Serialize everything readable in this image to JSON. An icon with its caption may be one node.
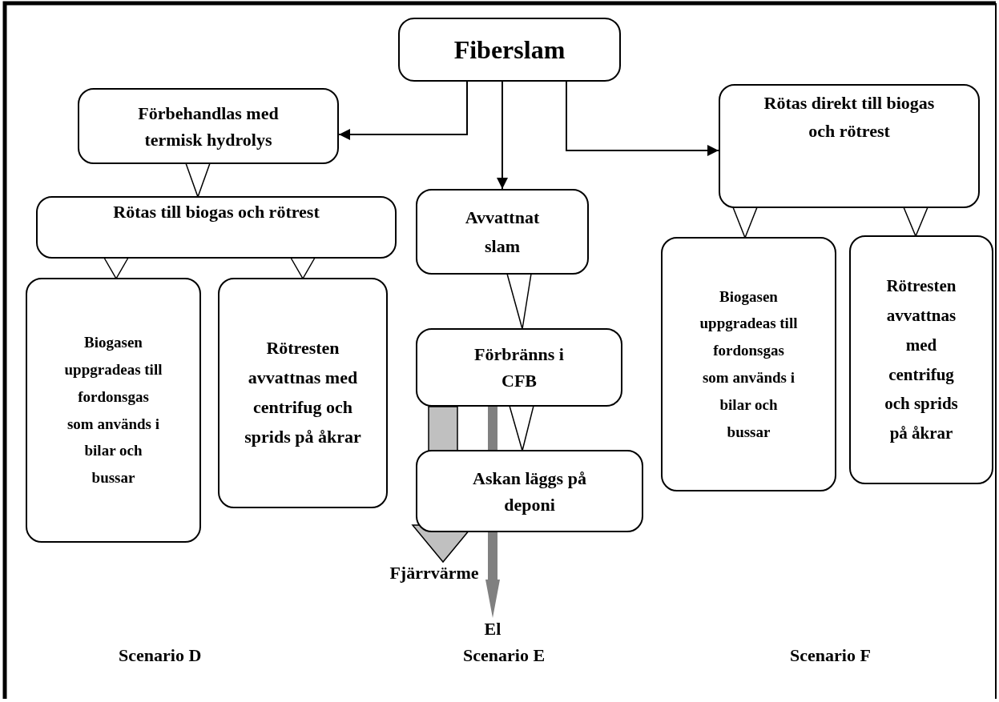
{
  "diagram": {
    "nodes": [
      {
        "text": [
          "Fiberslam"
        ]
      },
      {
        "text": [
          "Förbehandlas med termisk hydrolys"
        ]
      },
      {
        "text": [
          "Rötas till biogas och rötrest"
        ]
      },
      {
        "text": [
          "Biogasen uppgradeas till fordonsgas som används i bilar och bussar"
        ]
      },
      {
        "text": [
          "Rötresten avvattnas med centrifug och sprids på åkrar"
        ]
      },
      {
        "text": [
          "Avvattnat slam"
        ]
      },
      {
        "text": [
          "Förbränns i CFB"
        ]
      },
      {
        "text": [
          "Askan läggs på deponi"
        ]
      },
      {
        "text": [
          "Fjärrvärme"
        ]
      },
      {
        "text": [
          "El"
        ]
      },
      {
        "text": [
          "Rötas direkt till biogas och rötrest"
        ]
      },
      {
        "text": [
          "Biogasen uppgradeas till fordonsgas som används i bilar och bussar"
        ]
      },
      {
        "text": [
          "Rötresten avvattnas med centrifug och sprids på åkrar"
        ]
      }
    ],
    "edges": [
      {
        "from": 0,
        "to": 1,
        "arrow": "to"
      },
      {
        "from": 0,
        "to": 5,
        "arrow": "to"
      },
      {
        "from": 0,
        "to": 10,
        "arrow": "to"
      },
      {
        "from": 1,
        "to": 2,
        "arrow": "to"
      },
      {
        "from": 2,
        "to": 3,
        "arrow": "to"
      },
      {
        "from": 2,
        "to": 4,
        "arrow": "to"
      },
      {
        "from": 5,
        "to": 6,
        "arrow": "to"
      },
      {
        "from": 6,
        "to": 7,
        "arrow": "to"
      },
      {
        "from": 6,
        "to": 8,
        "arrow": "to",
        "style": "thick",
        "color": "#c0c0c0"
      },
      {
        "from": 6,
        "to": 9,
        "arrow": "to",
        "style": "thick",
        "color": "#808080"
      },
      {
        "from": 10,
        "to": 11,
        "arrow": "to"
      },
      {
        "from": 10,
        "to": 12,
        "arrow": "to"
      }
    ],
    "labels": [
      "Scenario D",
      "Scenario E",
      "Scenario F"
    ]
  }
}
